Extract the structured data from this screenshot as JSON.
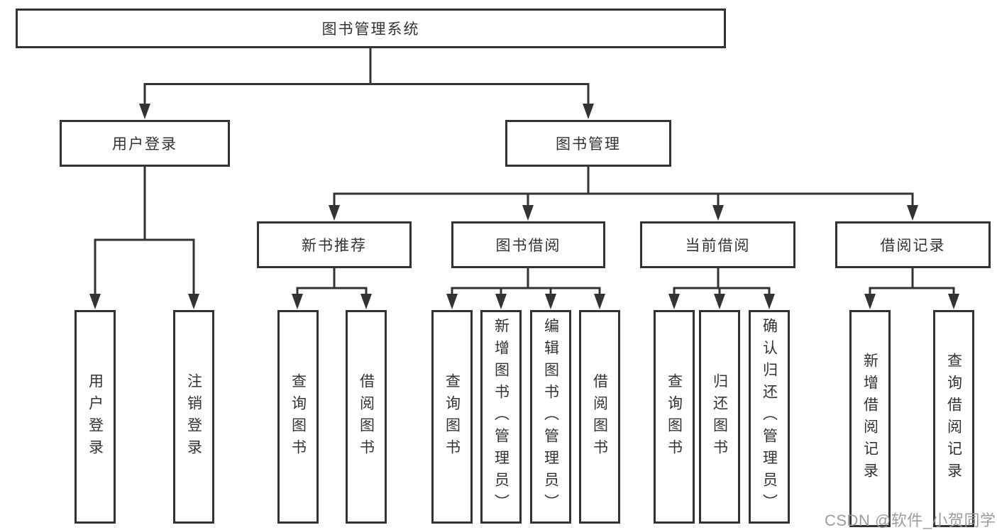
{
  "diagram": {
    "root": {
      "label": "图书管理系统"
    },
    "branches": [
      {
        "label": "用户登录",
        "leaves": [
          {
            "label": "用户登录"
          },
          {
            "label": "注销登录"
          }
        ]
      },
      {
        "label": "图书管理",
        "sections": [
          {
            "label": "新书推荐",
            "leaves": [
              {
                "label": "查询图书"
              },
              {
                "label": "借阅图书"
              }
            ]
          },
          {
            "label": "图书借阅",
            "leaves": [
              {
                "label": "查询图书"
              },
              {
                "label": "新增图书（管理员）"
              },
              {
                "label": "编辑图书（管理员）"
              },
              {
                "label": "借阅图书"
              }
            ]
          },
          {
            "label": "当前借阅",
            "leaves": [
              {
                "label": "查询图书"
              },
              {
                "label": "归还图书"
              },
              {
                "label": "确认归还（管理员）"
              }
            ]
          },
          {
            "label": "借阅记录",
            "leaves": [
              {
                "label": "新增借阅记录"
              },
              {
                "label": "查询借阅记录"
              }
            ]
          }
        ]
      }
    ]
  },
  "watermark": {
    "text": "CSDN @软件_小贺同学"
  },
  "colors": {
    "line": "#333333",
    "box_border": "#333333",
    "text": "#333333",
    "background": "#ffffff",
    "watermark": "#989898"
  }
}
